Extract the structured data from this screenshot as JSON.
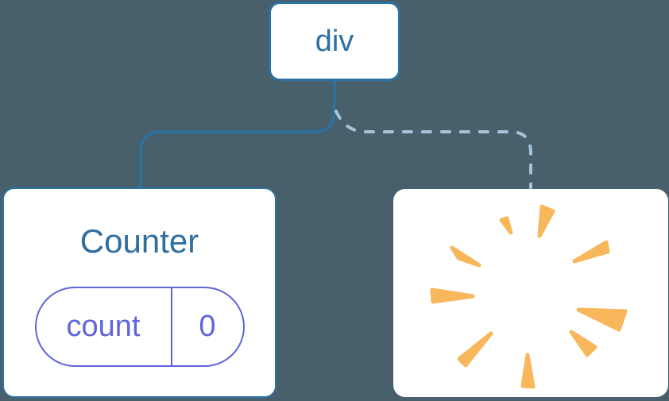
{
  "diagram": {
    "description": "component tree",
    "root_node": {
      "label": "div"
    },
    "counter_node": {
      "title": "Counter",
      "state_pill": {
        "name": "count",
        "value": "0"
      }
    },
    "removed_node": {
      "icon": "poof-icon"
    }
  },
  "colors": {
    "background": "#47606c",
    "card_bg": "#ffffff",
    "node_border": "#2b72a2",
    "node_text": "#2f6f9e",
    "state_accent": "#6065d9",
    "connector_solid": "#2b72a2",
    "connector_dashed": "#a3c4d9",
    "poof": "#f8b75a"
  }
}
